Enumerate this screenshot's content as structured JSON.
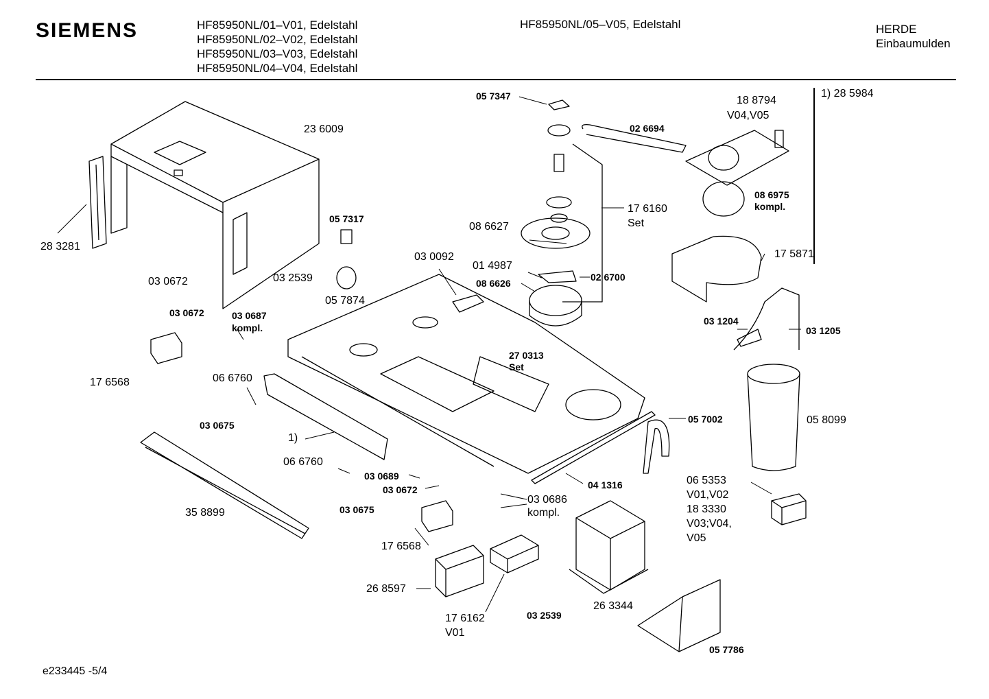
{
  "header": {
    "brand": "SIEMENS",
    "models": [
      "HF85950NL/01–V01, Edelstahl",
      "HF85950NL/02–V02, Edelstahl",
      "HF85950NL/03–V03, Edelstahl",
      "HF85950NL/04–V04, Edelstahl"
    ],
    "model5": "HF85950NL/05–V05, Edelstahl",
    "category": [
      "HERDE",
      "Einbaumulden"
    ]
  },
  "footnote": "e233445 -5/4",
  "parts": {
    "p057347": "05 7347",
    "p026694": "02 6694",
    "p188794": "18  8794",
    "p188794v": "V04,V05",
    "note1": "1) 28 5984",
    "p236009": "23 6009",
    "p283281": "28 3281",
    "p057317": "05 7317",
    "p086627": "08 6627",
    "p176160": "17 6160",
    "p176160s": "Set",
    "p086975": "08 6975",
    "p086975k": "kompl.",
    "p175871": "17 5871",
    "p030092": "03 0092",
    "p014987": "01 4987",
    "p026700": "02 6700",
    "p086626": "08 6626",
    "p030672a": "03 0672",
    "p032539a": "03 2539",
    "p057874": "05 7874",
    "p030672b": "03 0672",
    "p030687": "03 0687",
    "p030687k": "kompl.",
    "p031204": "03 1204",
    "p031205": "03 1205",
    "p176568a": "17 6568",
    "p270313": "27 0313",
    "p270313s": "Set",
    "p066760a": "06 6760",
    "p030675a": "03 0675",
    "one": "1)",
    "p057002": "05 7002",
    "p058099": "05 8099",
    "p066760b": "06 6760",
    "p030689": "03 0689",
    "p030672c": "03 0672",
    "p041316": "04 1316",
    "p065353": "06 5353",
    "p065353v": "V01,V02",
    "p183330": "18 3330",
    "p183330v": "V03;V04,",
    "p183330w": "V05",
    "p030675b": "03 0675",
    "p030686": "03 0686",
    "p030686k": "kompl.",
    "p358899": "35 8899",
    "p176568b": "17 6568",
    "p268597": "26 8597",
    "p176162": "17 6162",
    "p176162v": "V01",
    "p032539b": "03 2539",
    "p263344": "26 3344",
    "p057786": "05 7786"
  }
}
